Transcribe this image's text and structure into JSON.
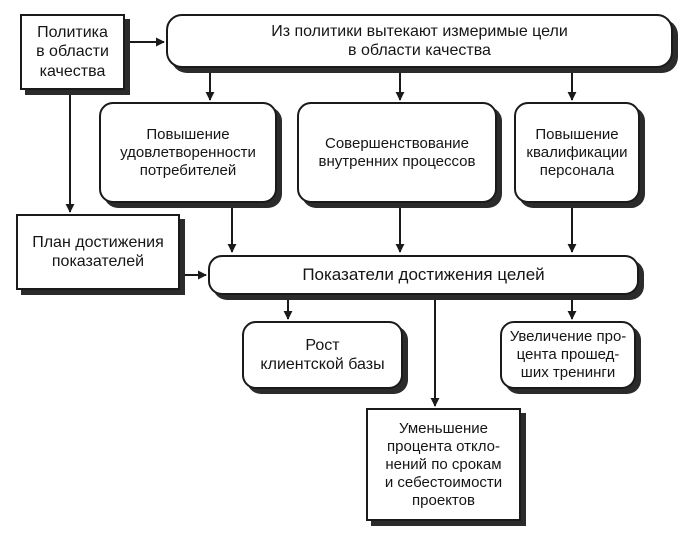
{
  "diagram": {
    "nodes": {
      "policy": {
        "lines": [
          "Политика",
          "в области",
          "качества"
        ]
      },
      "goals": {
        "lines": [
          "Из политики вытекают измеримые цели",
          "в области качества"
        ]
      },
      "satisfaction": {
        "lines": [
          "Повышение",
          "удовлетворенности",
          "потребителей"
        ]
      },
      "processes": {
        "lines": [
          "Совершенствование",
          "внутренних процессов"
        ]
      },
      "qualification": {
        "lines": [
          "Повышение",
          "квалификации",
          "персонала"
        ]
      },
      "plan": {
        "lines": [
          "План достижения",
          "показателей"
        ]
      },
      "indicators": {
        "lines": [
          "Показатели достижения целей"
        ]
      },
      "clients": {
        "lines": [
          "Рост",
          "клиентской базы"
        ]
      },
      "training": {
        "lines": [
          "Увеличение про-",
          "цента прошед-",
          "ших тренинги"
        ]
      },
      "deviations": {
        "lines": [
          "Уменьшение",
          "процента откло-",
          "нений по срокам",
          "и себестоимости",
          "проектов"
        ]
      }
    },
    "colors": {
      "ink": "#1a1a1a",
      "shadow": "#2b2b2b",
      "background": "#ffffff"
    }
  }
}
